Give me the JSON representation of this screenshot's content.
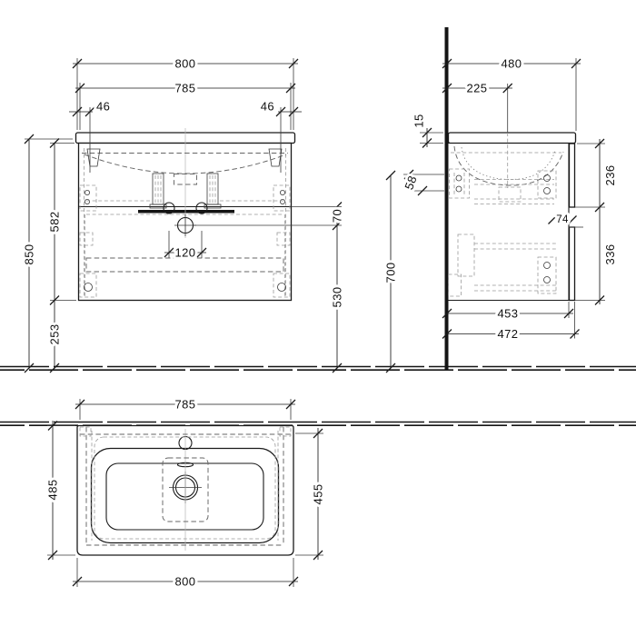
{
  "colors": {
    "line": "#1a1a1a",
    "hidden": "#777777",
    "background": "#ffffff"
  },
  "front_view": {
    "dims": {
      "total_width": "800",
      "basin_width": "785",
      "left_offset": "46",
      "right_offset": "46",
      "total_height": "850",
      "cabinet_height": "582",
      "floor_clearance": "253",
      "drain_spacing": "120",
      "gap_to_drain": "70",
      "drain_height": "530"
    }
  },
  "side_view": {
    "dims": {
      "total_depth": "480",
      "drain_to_wall": "225",
      "basin_thickness": "15",
      "rail_offset": "58",
      "mounting_height": "700",
      "top_drawer_front": "236",
      "drawer_gap": "74",
      "bottom_drawer_front": "336",
      "carcass_depth": "453",
      "front_depth": "472"
    }
  },
  "top_view": {
    "dims": {
      "basin_width": "785",
      "total_depth": "485",
      "front_depth": "455",
      "total_width": "800"
    }
  }
}
